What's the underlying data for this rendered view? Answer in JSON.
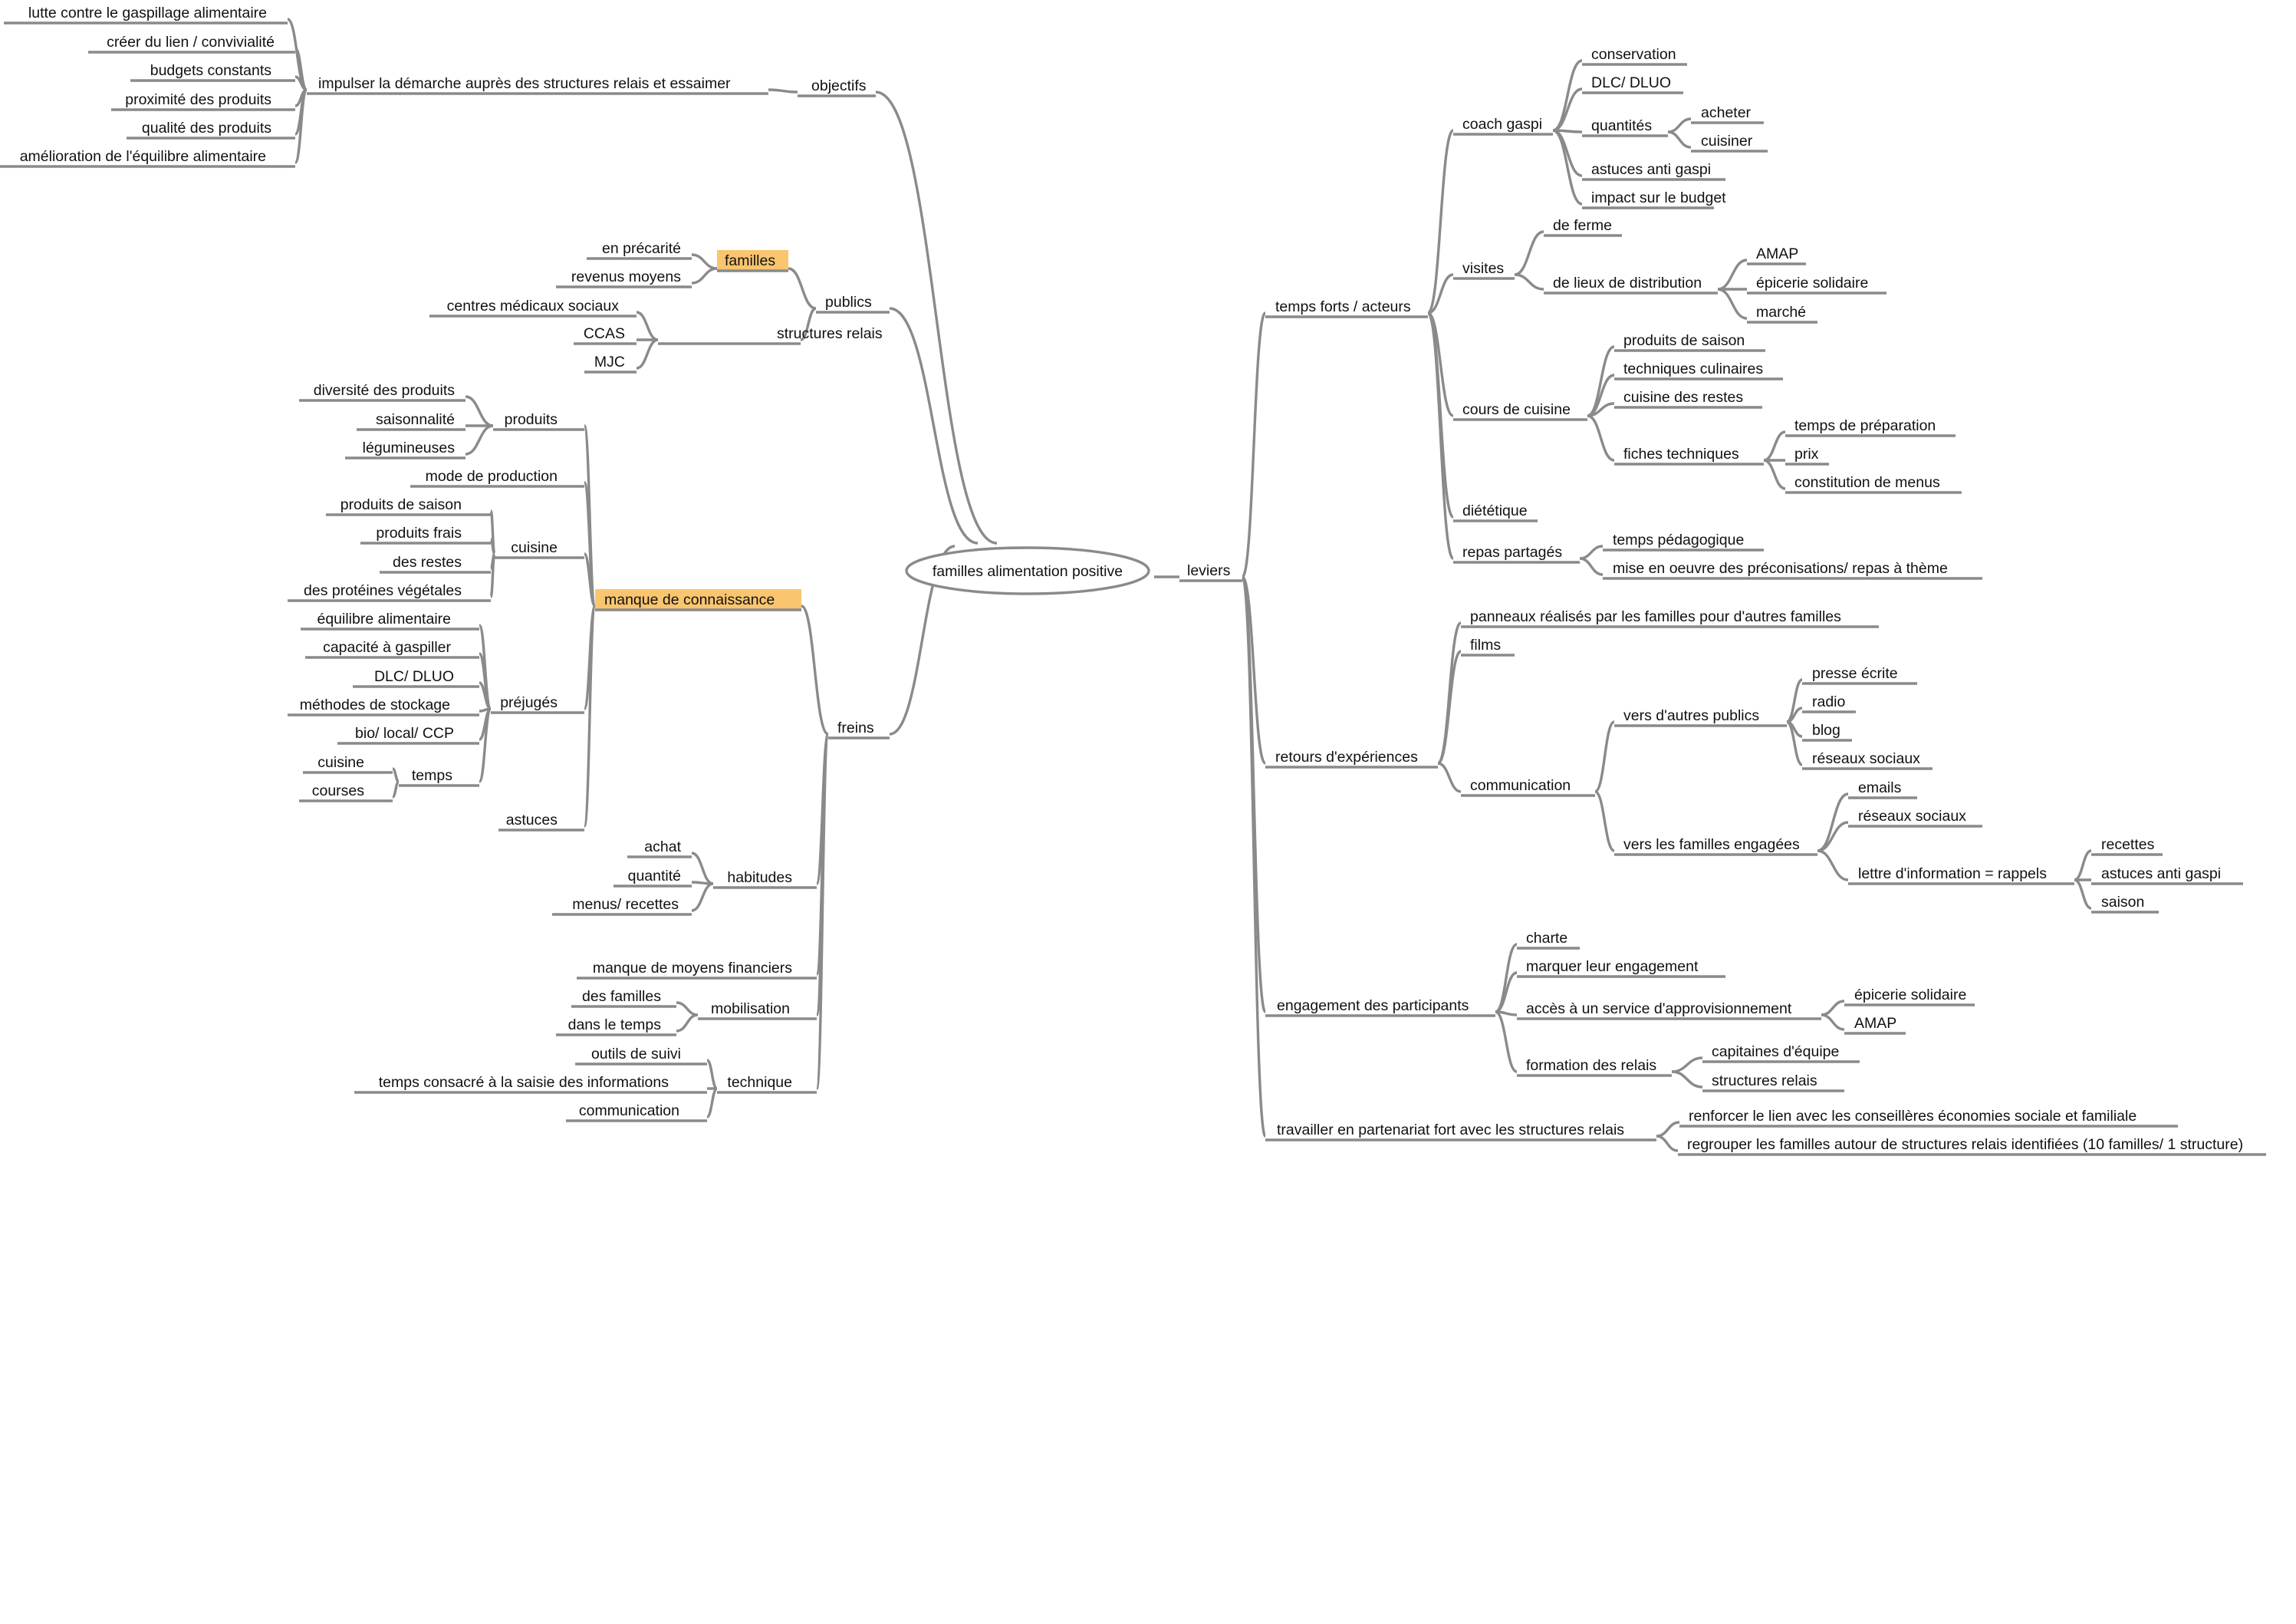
{
  "map": {
    "root": "familles alimentation positive",
    "nodes": [
      {
        "id": "objectifs",
        "label": "objectifs"
      },
      {
        "id": "impulser",
        "label": "impulser la démarche auprès des structures relais et essaimer"
      },
      {
        "id": "gaspillage",
        "label": "lutte contre le gaspillage alimentaire"
      },
      {
        "id": "lien",
        "label": "créer du lien / convivialité"
      },
      {
        "id": "budgets",
        "label": "budgets constants"
      },
      {
        "id": "proximite",
        "label": "proximité des produits"
      },
      {
        "id": "qualite",
        "label": "qualité des produits"
      },
      {
        "id": "equilibre-obj",
        "label": "amélioration de l'équilibre alimentaire"
      },
      {
        "id": "publics",
        "label": "publics"
      },
      {
        "id": "familles",
        "label": "familles",
        "highlight": true
      },
      {
        "id": "precarite",
        "label": "en précarité"
      },
      {
        "id": "revenus",
        "label": "revenus moyens"
      },
      {
        "id": "structures",
        "label": "structures relais"
      },
      {
        "id": "centres",
        "label": "centres médicaux sociaux"
      },
      {
        "id": "ccas",
        "label": "CCAS"
      },
      {
        "id": "mjc",
        "label": "MJC"
      },
      {
        "id": "freins",
        "label": "freins"
      },
      {
        "id": "manque",
        "label": "manque de connaissance",
        "highlight": true
      },
      {
        "id": "produits",
        "label": "produits"
      },
      {
        "id": "diversite",
        "label": "diversité des produits"
      },
      {
        "id": "saisonnalite",
        "label": "saisonnalité"
      },
      {
        "id": "legumineuses",
        "label": "légumineuses"
      },
      {
        "id": "mode",
        "label": "mode de production"
      },
      {
        "id": "cuisine-f",
        "label": "cuisine"
      },
      {
        "id": "pds-f",
        "label": "produits de saison"
      },
      {
        "id": "frais",
        "label": "produits frais"
      },
      {
        "id": "restes-f",
        "label": "des restes"
      },
      {
        "id": "proteines",
        "label": "des protéines végétales"
      },
      {
        "id": "prejuges",
        "label": "préjugés"
      },
      {
        "id": "equilibre-f",
        "label": "équilibre alimentaire"
      },
      {
        "id": "capacite",
        "label": "capacité à gaspiller"
      },
      {
        "id": "dlc-f",
        "label": "DLC/ DLUO"
      },
      {
        "id": "stockage",
        "label": "méthodes de stockage"
      },
      {
        "id": "bio",
        "label": "bio/ local/ CCP"
      },
      {
        "id": "temps-f",
        "label": "temps"
      },
      {
        "id": "cuisine-t",
        "label": "cuisine"
      },
      {
        "id": "courses",
        "label": "courses"
      },
      {
        "id": "astuces-f",
        "label": "astuces"
      },
      {
        "id": "habitudes",
        "label": "habitudes"
      },
      {
        "id": "achat",
        "label": "achat"
      },
      {
        "id": "quantite",
        "label": "quantité"
      },
      {
        "id": "menus",
        "label": "menus/ recettes"
      },
      {
        "id": "moyens",
        "label": "manque de moyens financiers"
      },
      {
        "id": "mobilisation",
        "label": "mobilisation"
      },
      {
        "id": "desfamilles",
        "label": "des familles"
      },
      {
        "id": "danstemps",
        "label": "dans le temps"
      },
      {
        "id": "technique",
        "label": "technique"
      },
      {
        "id": "outils",
        "label": "outils de suivi"
      },
      {
        "id": "saisie",
        "label": "temps consacré à la saisie des informations"
      },
      {
        "id": "comm-f",
        "label": "communication"
      },
      {
        "id": "leviers",
        "label": "leviers"
      },
      {
        "id": "tempsforts",
        "label": "temps forts / acteurs"
      },
      {
        "id": "coach",
        "label": "coach gaspi"
      },
      {
        "id": "conservation",
        "label": "conservation"
      },
      {
        "id": "dlc-l",
        "label": "DLC/ DLUO"
      },
      {
        "id": "quantites",
        "label": "quantités"
      },
      {
        "id": "acheter",
        "label": "acheter"
      },
      {
        "id": "cuisiner",
        "label": "cuisiner"
      },
      {
        "id": "astuces-c",
        "label": "astuces anti gaspi"
      },
      {
        "id": "impact",
        "label": "impact sur le budget"
      },
      {
        "id": "visites",
        "label": "visites"
      },
      {
        "id": "ferme",
        "label": "de ferme"
      },
      {
        "id": "lieux",
        "label": "de lieux de distribution"
      },
      {
        "id": "amap-v",
        "label": "AMAP"
      },
      {
        "id": "epicerie-v",
        "label": "épicerie solidaire"
      },
      {
        "id": "marche",
        "label": "marché"
      },
      {
        "id": "cours",
        "label": "cours de cuisine"
      },
      {
        "id": "pds-c",
        "label": "produits de saison"
      },
      {
        "id": "techniques",
        "label": "techniques culinaires"
      },
      {
        "id": "cuisine-restes",
        "label": "cuisine des restes"
      },
      {
        "id": "fiches",
        "label": "fiches techniques"
      },
      {
        "id": "temps-prep",
        "label": "temps de préparation"
      },
      {
        "id": "prix",
        "label": "prix"
      },
      {
        "id": "menus-c",
        "label": "constitution de menus"
      },
      {
        "id": "dietetique",
        "label": "diététique"
      },
      {
        "id": "repas",
        "label": "repas partagés"
      },
      {
        "id": "pedago",
        "label": "temps pédagogique"
      },
      {
        "id": "preco",
        "label": "mise en oeuvre des préconisations/ repas à thème"
      },
      {
        "id": "retours",
        "label": "retours d'expériences"
      },
      {
        "id": "panneaux",
        "label": "panneaux réalisés par les familles pour d'autres familles"
      },
      {
        "id": "films",
        "label": "films"
      },
      {
        "id": "communication",
        "label": "communication"
      },
      {
        "id": "autres-publics",
        "label": "vers d'autres publics"
      },
      {
        "id": "presse",
        "label": "presse écrite"
      },
      {
        "id": "radio",
        "label": "radio"
      },
      {
        "id": "blog",
        "label": "blog"
      },
      {
        "id": "reseaux-1",
        "label": "réseaux sociaux"
      },
      {
        "id": "engagees",
        "label": "vers les familles engagées"
      },
      {
        "id": "emails",
        "label": "emails"
      },
      {
        "id": "reseaux-2",
        "label": "réseaux sociaux"
      },
      {
        "id": "lettre",
        "label": "lettre d'information = rappels"
      },
      {
        "id": "recettes",
        "label": "recettes"
      },
      {
        "id": "astuces-l",
        "label": "astuces anti gaspi"
      },
      {
        "id": "saison",
        "label": "saison"
      },
      {
        "id": "engagement",
        "label": "engagement des participants"
      },
      {
        "id": "charte",
        "label": "charte"
      },
      {
        "id": "marquer",
        "label": "marquer leur engagement"
      },
      {
        "id": "acces",
        "label": "accès à un service d'approvisionnement"
      },
      {
        "id": "epicerie-a",
        "label": "épicerie solidaire"
      },
      {
        "id": "amap-a",
        "label": "AMAP"
      },
      {
        "id": "formation",
        "label": "formation des relais"
      },
      {
        "id": "capitaines",
        "label": "capitaines d'équipe"
      },
      {
        "id": "structures-r",
        "label": "structures relais"
      },
      {
        "id": "partenariat",
        "label": "travailler en partenariat fort avec les structures relais"
      },
      {
        "id": "renforcer",
        "label": "renforcer le lien avec les conseillères économies sociale et familiale"
      },
      {
        "id": "regrouper",
        "label": "regrouper les familles autour de structures relais identifiées (10 familles/ 1 structure)"
      }
    ]
  },
  "colors": {
    "line": "#8a8a8a",
    "highlight": "#f9c56f",
    "text": "#111111",
    "background": "#ffffff"
  }
}
